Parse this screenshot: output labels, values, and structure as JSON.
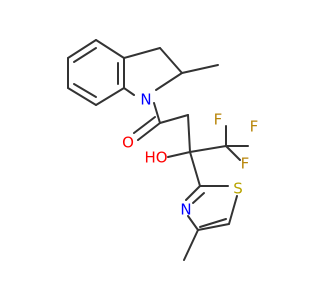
{
  "molecule": {
    "atoms": [
      {
        "symbol": "N",
        "color": "#0000ff"
      },
      {
        "symbol": "O",
        "color": "#ff0000"
      },
      {
        "symbol": "F",
        "color": "#b8860b"
      },
      {
        "symbol": "F",
        "color": "#b8860b"
      },
      {
        "symbol": "F",
        "color": "#b8860b"
      },
      {
        "symbol": "HO",
        "color": "#ff0000"
      },
      {
        "symbol": "N",
        "color": "#0000ff"
      },
      {
        "symbol": "S",
        "color": "#b8a400"
      }
    ],
    "bond_color": "#333333"
  }
}
